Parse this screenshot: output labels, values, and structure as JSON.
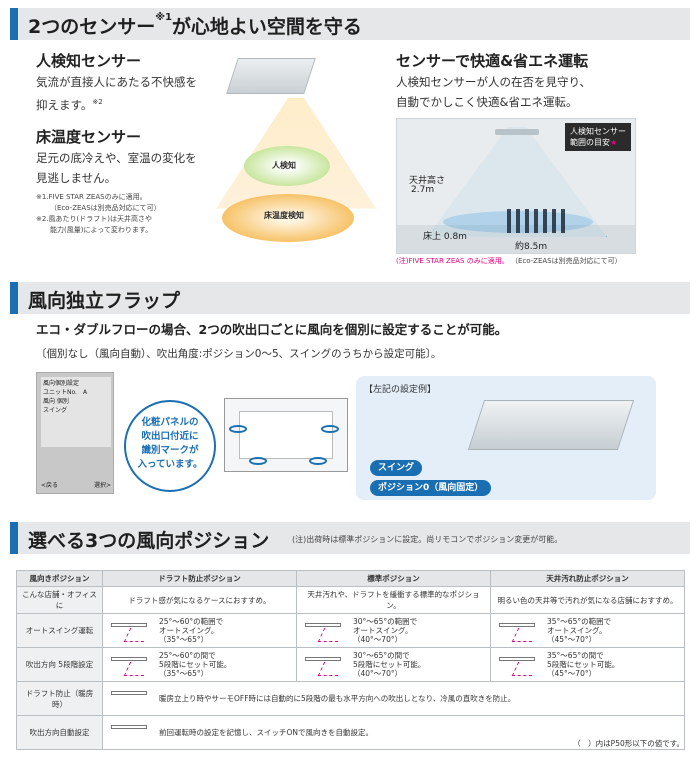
{
  "section1": {
    "title": "2つのセンサー",
    "title_sup": "※1",
    "title_rest": "が心地よい空間を守る",
    "human_sensor": {
      "heading": "人検知センサー",
      "desc_line1": "気流が直接人にあたる不快感を",
      "desc_line2": "抑えます。",
      "desc_sup": "※2"
    },
    "floor_sensor": {
      "heading": "床温度センサー",
      "desc_line1": "足元の底冷えや、室温の変化を",
      "desc_line2": "見逃しません。"
    },
    "notes": [
      "※1.FIVE STAR ZEASのみに適用。",
      "（Eco-ZEASは別売品対応にて可）",
      "※2.風あたり(ドラフト)は天井高さや",
      "能力(風量)によって変わります。"
    ],
    "diagram_labels": {
      "human": "人検知",
      "floor": "床温度検知"
    },
    "right": {
      "heading": "センサーで快適&省エネ運転",
      "desc_line1": "人検知センサーが人の在否を見守り、",
      "desc_line2": "自動でかしこく快適&省エネ運転。",
      "box_line1": "人検知センサー",
      "box_line2": "範囲の目安",
      "star": "★",
      "ceiling_label": "天井高さ",
      "ceiling_value": "2.7m",
      "floor_label": "床上 0.8m",
      "width_label": "約8.5m",
      "note_pink": "(注)FIVE STAR ZEAS のみに適用。",
      "note_gray": "（Eco-ZEASは別売品対応にて可）"
    }
  },
  "section2": {
    "title": "風向独立フラップ",
    "lead": "エコ・ダブルフローの場合、2つの吹出口ごとに風向を個別に設定することが可能。",
    "sub": "〔個別なし（風向自動）、吹出角度:ポジション0～5、スイングのうちから設定可能〕。",
    "remote": {
      "line1": "風向個別設定",
      "line2": "ユニットNo.　A",
      "line3": "風向 個別",
      "line4": "スイング",
      "back": "<戻る",
      "select": "選択>"
    },
    "bubble_text": "化粧パネルの\n吹出口付近に\n識別マークが\n入っています。",
    "example_title": "【左記の設定例】",
    "pill_swing": "スイング",
    "pill_position": "ポジション0（風向固定）"
  },
  "section3": {
    "title": "選べる3つの風向ポジション",
    "subtitle": "(注)出荷時は標準ポジションに設定。尚リモコンでポジション変更が可能。",
    "table": {
      "col_header": "風向きポジション",
      "col_sub": "こんな店舗・オフィスに",
      "columns": [
        {
          "name": "ドラフト防止ポジション",
          "desc": "ドラフト感が気になるケースにおすすめ。"
        },
        {
          "name": "標準ポジション",
          "desc": "天井汚れや、ドラフトを緩衝する標準的なポジション。"
        },
        {
          "name": "天井汚れ防止ポジション",
          "desc": "明るい色の天井等で汚れが気になる店舗におすすめ。"
        }
      ],
      "rows": [
        {
          "label": "オートスイング運転",
          "cells": [
            "25°～60°の範囲で\nオートスイング。\n（35°～65°）",
            "30°～65°の範囲で\nオートスイング。\n（40°～70°）",
            "35°～65°の範囲で\nオートスイング。\n（45°～70°）"
          ]
        },
        {
          "label": "吹出方向 5段階設定",
          "cells": [
            "25°～60°の間で\n5段階にセット可能。\n（35°～65°）",
            "30°～65°の間で\n5段階にセット可能。\n（40°～70°）",
            "35°～65°の間で\n5段階にセット可能。\n（45°～70°）"
          ]
        },
        {
          "label": "ドラフト防止（暖房時）",
          "span": "暖房立上り時やサーモOFF時には自動的に5段階の最も水平方向への吹出しとなり、冷風の直吹きを防止。"
        },
        {
          "label": "吹出方向自動設定",
          "span": "前回運転時の設定を記憶し、スイッチONで風向きを自動設定。"
        }
      ]
    },
    "footnote": "（　）内はP50形以下の値です。"
  }
}
